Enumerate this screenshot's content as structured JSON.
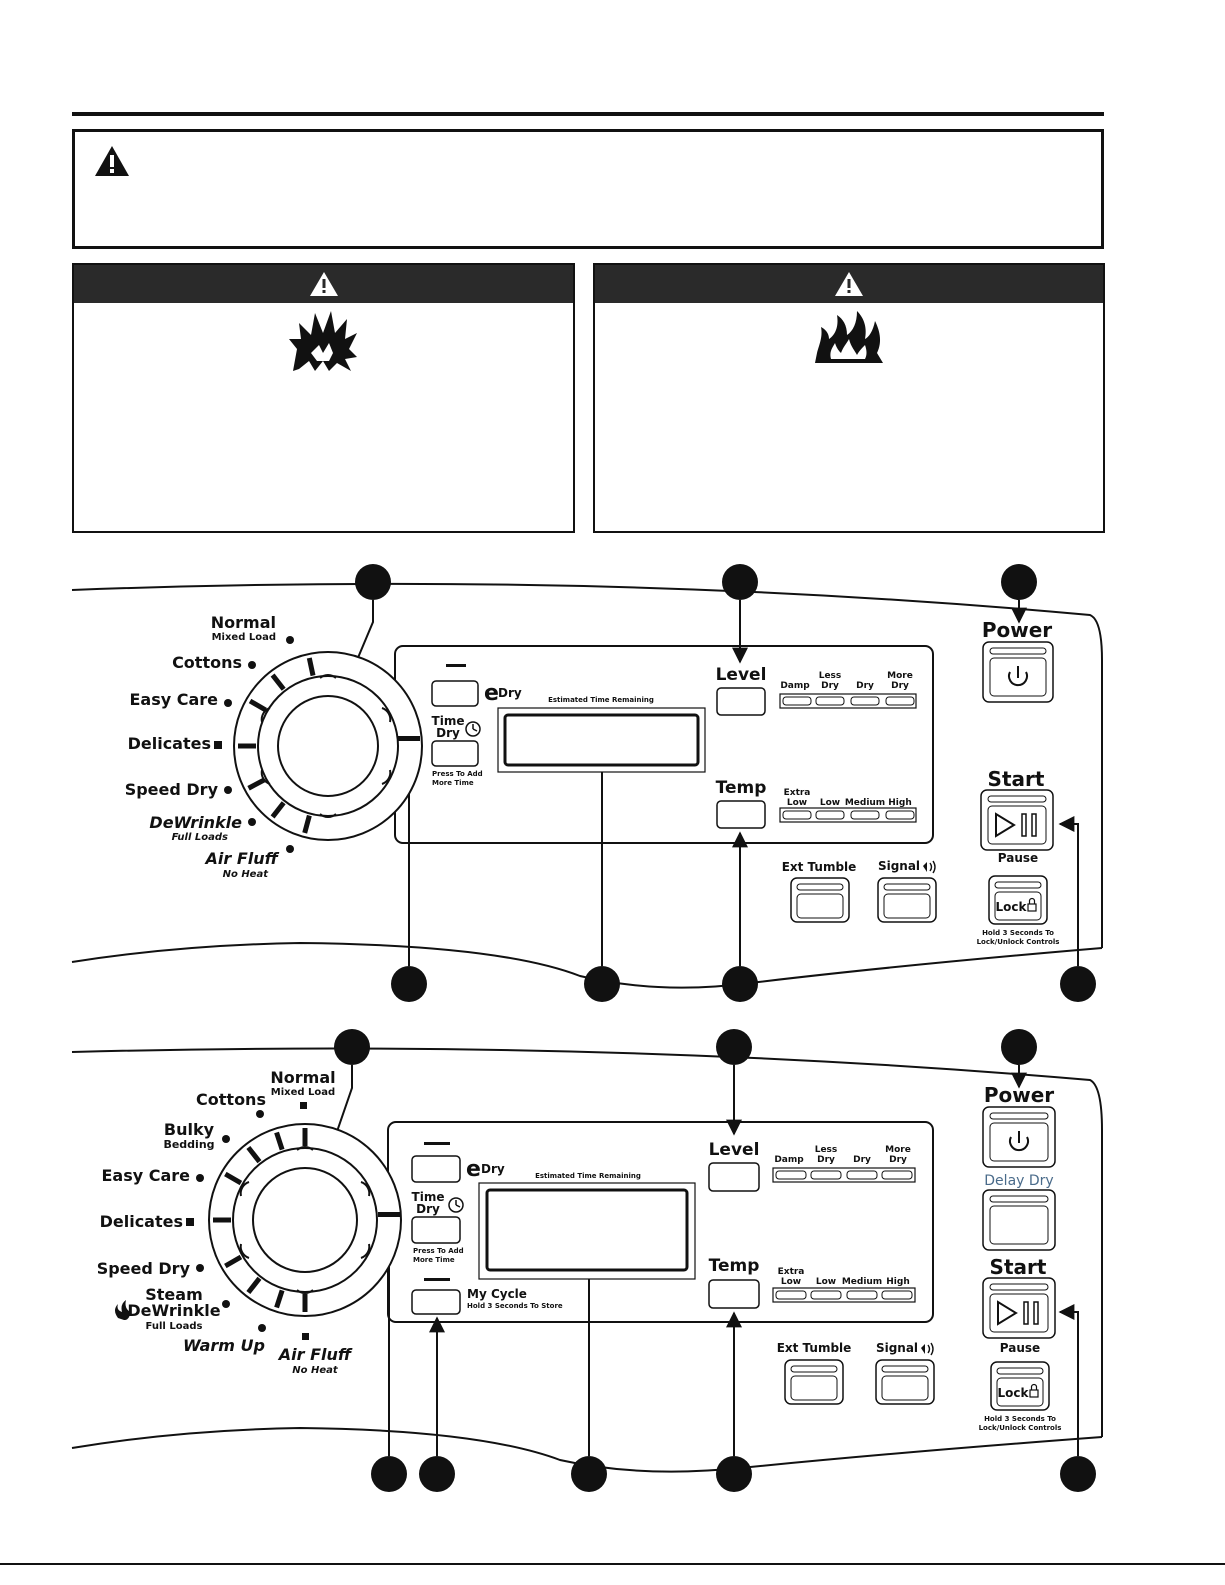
{
  "panel1": {
    "cycles": [
      {
        "name": "Normal",
        "sub": "Mixed Load"
      },
      {
        "name": "Cottons",
        "sub": ""
      },
      {
        "name": "Easy Care",
        "sub": ""
      },
      {
        "name": "Delicates",
        "sub": ""
      },
      {
        "name": "Speed Dry",
        "sub": ""
      },
      {
        "name": "DeWrinkle",
        "sub": "Full Loads"
      },
      {
        "name": "Air Fluff",
        "sub": "No Heat"
      }
    ],
    "edry": "Dry",
    "time_dry": [
      "Time",
      "Dry"
    ],
    "press_to_add": [
      "Press To Add",
      "More Time"
    ],
    "display_label": "Estimated Time Remaining",
    "level_label": "Level",
    "level_options": [
      [
        "Damp"
      ],
      [
        "Less",
        "Dry"
      ],
      [
        "Dry"
      ],
      [
        "More",
        "Dry"
      ]
    ],
    "temp_label": "Temp",
    "temp_options": [
      [
        "Extra",
        "Low"
      ],
      [
        "Low"
      ],
      [
        "Medium"
      ],
      [
        "High"
      ]
    ],
    "ext_tumble": "Ext Tumble",
    "signal": "Signal",
    "power": "Power",
    "start": "Start",
    "pause": "Pause",
    "lock": "Lock",
    "lock_hint": [
      "Hold 3 Seconds To",
      "Lock/Unlock Controls"
    ]
  },
  "panel2": {
    "cycles": [
      {
        "name": "Normal",
        "sub": "Mixed Load"
      },
      {
        "name": "Cottons",
        "sub": ""
      },
      {
        "name": "Bulky",
        "sub": "Bedding"
      },
      {
        "name": "Easy Care",
        "sub": ""
      },
      {
        "name": "Delicates",
        "sub": ""
      },
      {
        "name": "Speed Dry",
        "sub": ""
      },
      {
        "name": "Steam",
        "sub": ""
      },
      {
        "name": "DeWrinkle",
        "sub": "Full Loads"
      },
      {
        "name": "Warm Up",
        "sub": ""
      },
      {
        "name": "Air Fluff",
        "sub": "No Heat"
      }
    ],
    "edry": "Dry",
    "time_dry": [
      "Time",
      "Dry"
    ],
    "press_to_add": [
      "Press To Add",
      "More Time"
    ],
    "my_cycle": "My Cycle",
    "my_cycle_hint": "Hold 3 Seconds To Store",
    "display_label": "Estimated Time Remaining",
    "level_label": "Level",
    "level_options": [
      [
        "Damp"
      ],
      [
        "Less",
        "Dry"
      ],
      [
        "Dry"
      ],
      [
        "More",
        "Dry"
      ]
    ],
    "temp_label": "Temp",
    "temp_options": [
      [
        "Extra",
        "Low"
      ],
      [
        "Low"
      ],
      [
        "Medium"
      ],
      [
        "High"
      ]
    ],
    "ext_tumble": "Ext Tumble",
    "signal": "Signal",
    "power": "Power",
    "delay_dry": "Delay Dry",
    "start": "Start",
    "pause": "Pause",
    "lock": "Lock",
    "lock_hint": [
      "Hold 3 Seconds To",
      "Lock/Unlock Controls"
    ]
  },
  "colors": {
    "delay_dry_text": "#4a6b8a",
    "header_bar": "#2a2a2a"
  }
}
